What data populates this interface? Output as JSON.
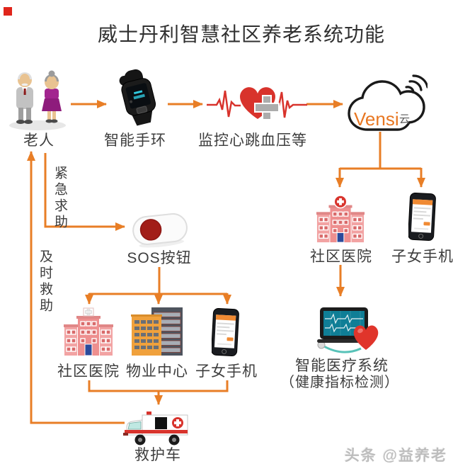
{
  "title": "威士丹利智慧社区养老系统功能",
  "watermark": "头条 @益养老",
  "colors": {
    "arrow_orange": "#E87E26",
    "brand_orange": "#E87722",
    "label_text": "#3D3D3D",
    "heart_red": "#D8332C",
    "sos_button_red": "#A21E19",
    "hospital_pink": "#EE8F8F",
    "property_orange": "#F0A13C",
    "watermark_gray": "#BDBDBD"
  },
  "flow": {
    "elderly": {
      "label": "老人",
      "icon": "elderly-couple-icon"
    },
    "bracelet": {
      "label": "智能手环",
      "icon": "smart-bracelet-icon"
    },
    "monitor": {
      "label": "监控心跳血压等",
      "icon": "heart-ecg-icon"
    },
    "cloud": {
      "brand": "Vensi",
      "suffix": "云",
      "icon": "vensi-cloud-icon"
    },
    "hospital_right": {
      "label": "社区医院",
      "icon": "community-hospital-icon"
    },
    "phone_right": {
      "label": "子女手机",
      "icon": "children-phone-icon"
    },
    "medical_system": {
      "line1": "智能医疗系统",
      "line2": "（健康指标检测）",
      "icon": "smart-medical-system-icon"
    },
    "emergency_help": {
      "label": "紧急求助"
    },
    "timely_rescue": {
      "label": "及时救助"
    },
    "sos": {
      "label": "SOS按钮",
      "icon": "sos-button-icon"
    },
    "hospital_left": {
      "label": "社区医院",
      "icon": "community-hospital-icon"
    },
    "property_center": {
      "label": "物业中心",
      "icon": "property-center-icon"
    },
    "phone_left": {
      "label": "子女手机",
      "icon": "children-phone-icon"
    },
    "ambulance": {
      "label": "救护车",
      "icon": "ambulance-icon"
    }
  }
}
